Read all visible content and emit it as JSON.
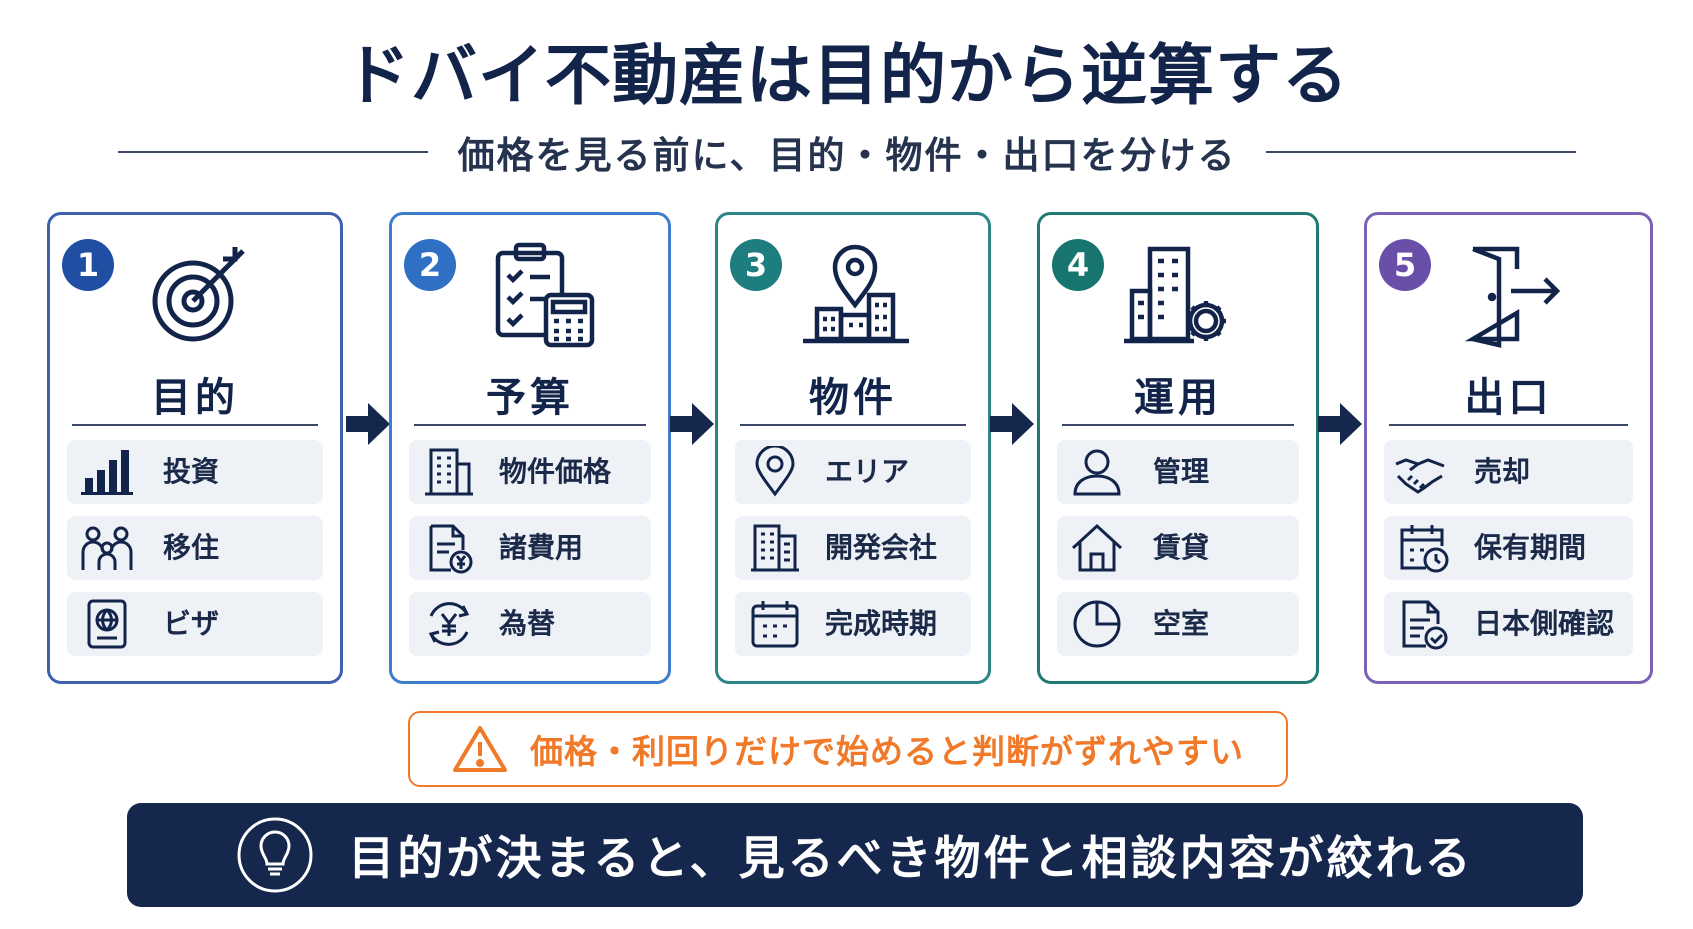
{
  "title": "ドバイ不動産は目的から逆算する",
  "subtitle": "価格を見る前に、目的・物件・出口を分ける",
  "steps": [
    {
      "number": "1",
      "label": "目的",
      "color": "#1f4ea3",
      "items": [
        {
          "label": "投資",
          "icon": "bar-chart-icon"
        },
        {
          "label": "移住",
          "icon": "family-icon"
        },
        {
          "label": "ビザ",
          "icon": "passport-icon"
        }
      ]
    },
    {
      "number": "2",
      "label": "予算",
      "color": "#2f6fc4",
      "items": [
        {
          "label": "物件価格",
          "icon": "building-icon"
        },
        {
          "label": "諸費用",
          "icon": "yen-document-icon"
        },
        {
          "label": "為替",
          "icon": "yen-exchange-icon"
        }
      ]
    },
    {
      "number": "3",
      "label": "物件",
      "color": "#1d7d7f",
      "items": [
        {
          "label": "エリア",
          "icon": "location-pin-icon"
        },
        {
          "label": "開発会社",
          "icon": "office-building-icon"
        },
        {
          "label": "完成時期",
          "icon": "calendar-icon"
        }
      ]
    },
    {
      "number": "4",
      "label": "運用",
      "color": "#17746f",
      "items": [
        {
          "label": "管理",
          "icon": "person-icon"
        },
        {
          "label": "賃貸",
          "icon": "house-icon"
        },
        {
          "label": "空室",
          "icon": "pie-chart-icon"
        }
      ]
    },
    {
      "number": "5",
      "label": "出口",
      "color": "#6a4fa8",
      "items": [
        {
          "label": "売却",
          "icon": "handshake-icon"
        },
        {
          "label": "保有期間",
          "icon": "calendar-clock-icon"
        },
        {
          "label": "日本側確認",
          "icon": "document-check-icon"
        }
      ]
    }
  ],
  "warning": "価格・利回りだけで始めると判断がずれやすい",
  "conclusion": "目的が決まると、見るべき物件と相談内容が絞れる",
  "colors": {
    "navy": "#15274d",
    "orange": "#f07a2a",
    "item_bg": "#eef1f6"
  }
}
